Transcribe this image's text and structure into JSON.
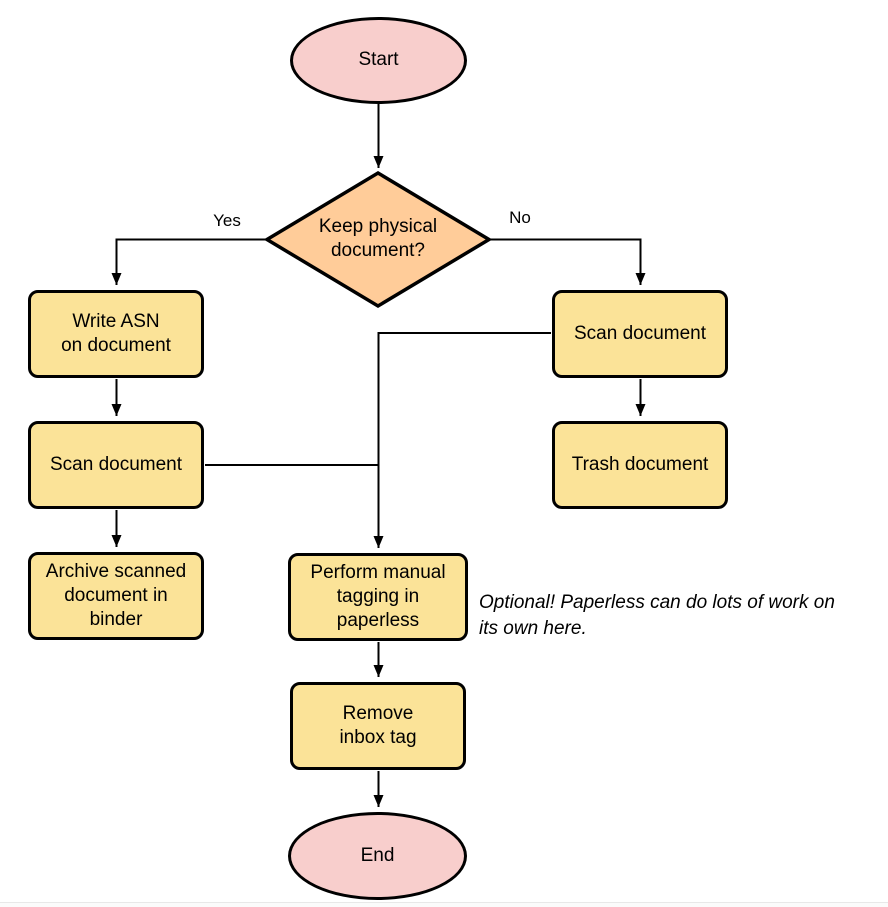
{
  "colors": {
    "background": "#ffffff",
    "terminal_fill": "#f8cecc",
    "decision_fill": "#ffcc99",
    "process_fill": "#fbe398",
    "stroke": "#000000",
    "text": "#000000"
  },
  "diagram": {
    "nodes": {
      "start": {
        "type": "terminal",
        "label": "Start"
      },
      "decision": {
        "type": "decision",
        "label": "Keep physical\ndocument?"
      },
      "write_asn": {
        "type": "process",
        "label": "Write ASN\non document"
      },
      "scan_left": {
        "type": "process",
        "label": "Scan document"
      },
      "archive": {
        "type": "process",
        "label": "Archive scanned\ndocument in\nbinder"
      },
      "scan_right": {
        "type": "process",
        "label": "Scan document"
      },
      "trash": {
        "type": "process",
        "label": "Trash document"
      },
      "tagging": {
        "type": "process",
        "label": "Perform manual\ntagging in\npaperless"
      },
      "remove_inbox": {
        "type": "process",
        "label": "Remove\ninbox tag"
      },
      "end": {
        "type": "terminal",
        "label": "End"
      }
    },
    "edge_labels": {
      "yes": "Yes",
      "no": "No"
    },
    "note": {
      "text": "Optional! Paperless can do lots of work on\nits own here."
    }
  }
}
